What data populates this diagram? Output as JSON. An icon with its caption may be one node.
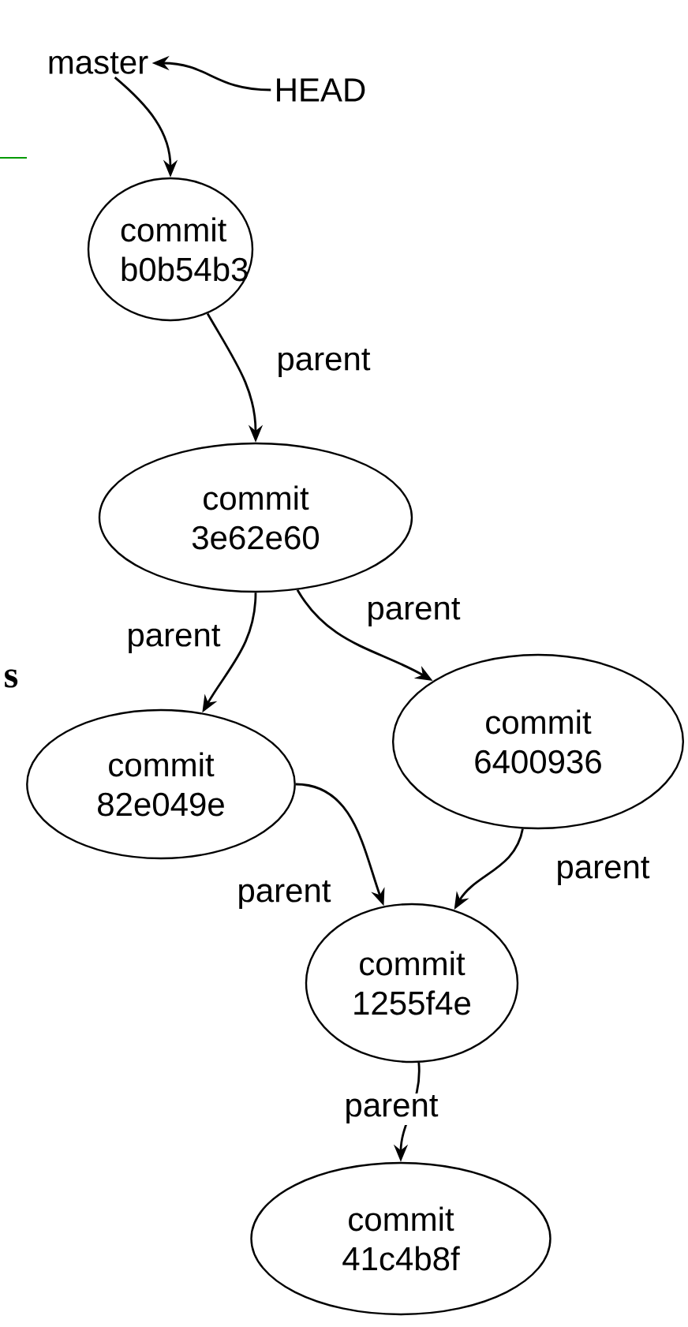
{
  "diagram": {
    "nodes": [
      {
        "text": [
          "master"
        ]
      },
      {
        "text": [
          "HEAD"
        ]
      },
      {
        "text": [
          "commit b0b54b3"
        ]
      },
      {
        "text": [
          "commit 3e62e60"
        ]
      },
      {
        "text": [
          "commit 82e049e"
        ]
      },
      {
        "text": [
          "commit 6400936"
        ]
      },
      {
        "text": [
          "commit 1255f4e"
        ]
      },
      {
        "text": [
          "commit 41c4b8f"
        ]
      }
    ],
    "edges": [
      {
        "from": 1,
        "to": 0,
        "arrow": "to"
      },
      {
        "from": 0,
        "to": 2,
        "arrow": "to"
      },
      {
        "from": 2,
        "to": 3,
        "arrow": "to",
        "label": "parent"
      },
      {
        "from": 3,
        "to": 4,
        "arrow": "to",
        "label": "parent"
      },
      {
        "from": 3,
        "to": 5,
        "arrow": "to",
        "label": "parent"
      },
      {
        "from": 4,
        "to": 6,
        "arrow": "to",
        "label": "parent"
      },
      {
        "from": 5,
        "to": 6,
        "arrow": "to",
        "label": "parent"
      },
      {
        "from": 6,
        "to": 7,
        "arrow": "to",
        "label": "parent"
      }
    ],
    "labels": [
      "s"
    ]
  }
}
